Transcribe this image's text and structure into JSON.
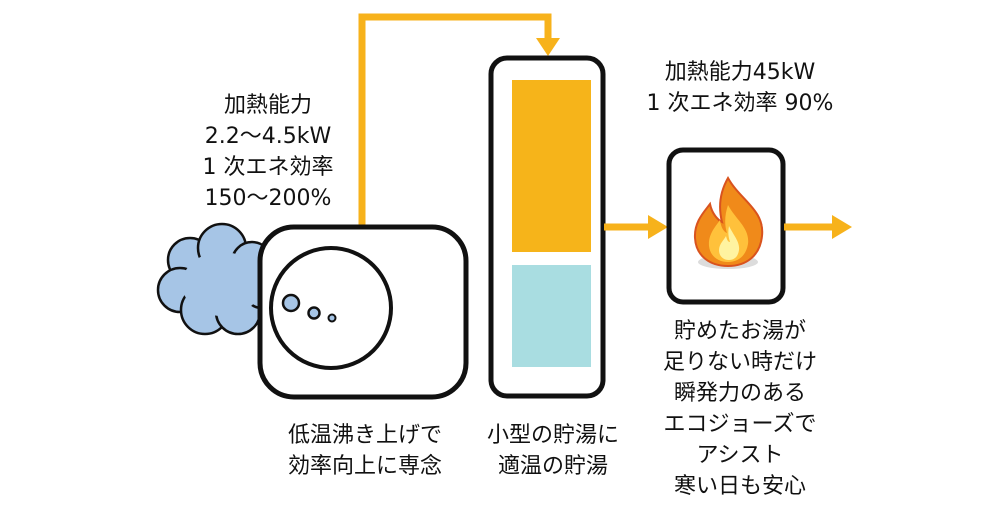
{
  "heat_pump": {
    "spec": [
      "加熱能力",
      "2.2〜4.5kW",
      "1 次エネ効率",
      "150〜200%"
    ],
    "caption": [
      "低温沸き上げで",
      "効率向上に専念"
    ]
  },
  "tank": {
    "caption": [
      "小型の貯湯に",
      "適温の貯湯"
    ]
  },
  "boiler": {
    "spec": [
      "加熱能力45kW",
      "1 次エネ効率 90%"
    ],
    "caption": [
      "貯めたお湯が",
      "足りない時だけ",
      "瞬発力のある",
      "エコジョーズで",
      "アシスト",
      "寒い日も安心"
    ]
  },
  "colors": {
    "pipe": "#f7b21b",
    "hot_water": "#f6b41a",
    "warm_water": "#a9dde1",
    "cloud": "#a6c5e6",
    "outline": "#111111"
  }
}
